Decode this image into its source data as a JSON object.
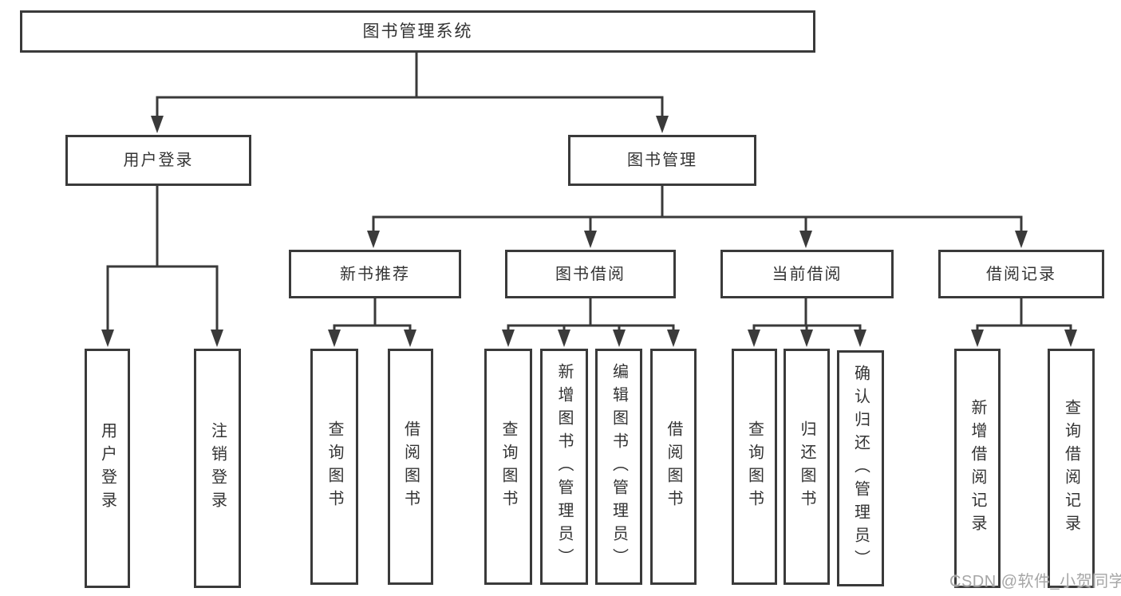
{
  "canvas": {
    "colors": {
      "background": "#ffffff",
      "line": "#3a3a3a",
      "text": "#333333",
      "watermark": "#a6a6a6"
    }
  },
  "tree": {
    "label": "图书管理系统",
    "children": [
      {
        "label": "用户登录",
        "children": [
          {
            "label": "用户登录"
          },
          {
            "label": "注销登录"
          }
        ]
      },
      {
        "label": "图书管理",
        "children": [
          {
            "label": "新书推荐",
            "children": [
              {
                "label": "查询图书"
              },
              {
                "label": "借阅图书"
              }
            ]
          },
          {
            "label": "图书借阅",
            "children": [
              {
                "label": "查询图书"
              },
              {
                "label": "新增图书（管理员）"
              },
              {
                "label": "编辑图书（管理员）"
              },
              {
                "label": "借阅图书"
              }
            ]
          },
          {
            "label": "当前借阅",
            "children": [
              {
                "label": "查询图书"
              },
              {
                "label": "归还图书"
              },
              {
                "label": "确认归还（管理员）"
              }
            ]
          },
          {
            "label": "借阅记录",
            "children": [
              {
                "label": "新增借阅记录"
              },
              {
                "label": "查询借阅记录"
              }
            ]
          }
        ]
      }
    ]
  },
  "watermark": {
    "text": "CSDN @软件_小贺同学"
  }
}
